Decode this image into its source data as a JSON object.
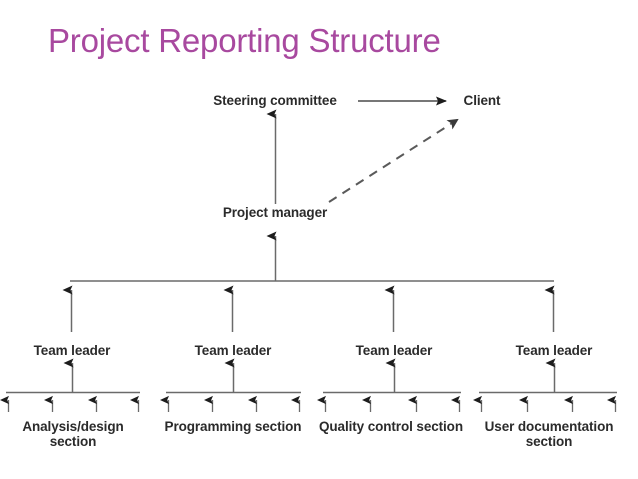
{
  "slide": {
    "title": "Project Reporting Structure",
    "title_color": "#a8499f",
    "background_color": "#ffffff",
    "stroke_color": "#4a4a4a",
    "text_color": "#2b2b2b"
  },
  "diagram": {
    "type": "organization-chart",
    "nodes": {
      "steering_committee": "Steering committee",
      "client": "Client",
      "project_manager": "Project manager",
      "team_leader_1": "Team leader",
      "team_leader_2": "Team leader",
      "team_leader_3": "Team leader",
      "team_leader_4": "Team leader",
      "section_1": "Analysis/design section",
      "section_2": "Programming section",
      "section_3": "Quality control section",
      "section_4": "User documentation section"
    },
    "connections": [
      {
        "from": "steering_committee",
        "to": "client",
        "style": "solid",
        "direction": "right"
      },
      {
        "from": "project_manager",
        "to": "steering_committee",
        "style": "solid",
        "direction": "up"
      },
      {
        "from": "project_manager",
        "to": "client",
        "style": "dashed",
        "direction": "up-right"
      },
      {
        "from": "team_leaders_bus",
        "to": "project_manager",
        "style": "solid",
        "direction": "up"
      },
      {
        "from": "team_leader_1",
        "to": "team_leaders_bus",
        "style": "solid",
        "direction": "up"
      },
      {
        "from": "team_leader_2",
        "to": "team_leaders_bus",
        "style": "solid",
        "direction": "up"
      },
      {
        "from": "team_leader_3",
        "to": "team_leaders_bus",
        "style": "solid",
        "direction": "up"
      },
      {
        "from": "team_leader_4",
        "to": "team_leaders_bus",
        "style": "solid",
        "direction": "up"
      },
      {
        "from": "section_1_staff",
        "to": "team_leader_1",
        "style": "solid",
        "direction": "up"
      },
      {
        "from": "section_2_staff",
        "to": "team_leader_2",
        "style": "solid",
        "direction": "up"
      },
      {
        "from": "section_3_staff",
        "to": "team_leader_3",
        "style": "solid",
        "direction": "up"
      },
      {
        "from": "section_4_staff",
        "to": "team_leader_4",
        "style": "solid",
        "direction": "up"
      }
    ],
    "staff_arrows_per_section": 4
  }
}
